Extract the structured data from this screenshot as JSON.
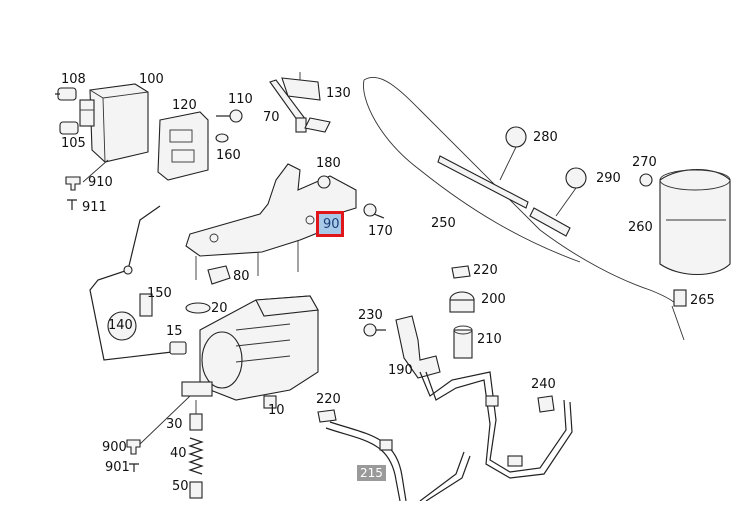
{
  "diagram": {
    "labels": {
      "p108": "108",
      "p100": "100",
      "p105": "105",
      "p910": "910",
      "p911": "911",
      "p120": "120",
      "p110": "110",
      "p70": "70",
      "p130": "130",
      "p160": "160",
      "p180": "180",
      "p90": "90",
      "p170": "170",
      "p280": "280",
      "p290": "290",
      "p270": "270",
      "p250": "250",
      "p260": "260",
      "p80": "80",
      "p150": "150",
      "p140": "140",
      "p20": "20",
      "p15": "15",
      "p220a": "220",
      "p200": "200",
      "p230": "230",
      "p210": "210",
      "p190": "190",
      "p265": "265",
      "p240": "240",
      "p220b": "220",
      "p10": "10",
      "p30": "30",
      "p900": "900",
      "p901": "901",
      "p40": "40",
      "p50": "50",
      "p215": "215"
    },
    "highlight": {
      "label": "90",
      "border_color": "#e0161b",
      "fill_color": "#a9c9e8"
    }
  }
}
